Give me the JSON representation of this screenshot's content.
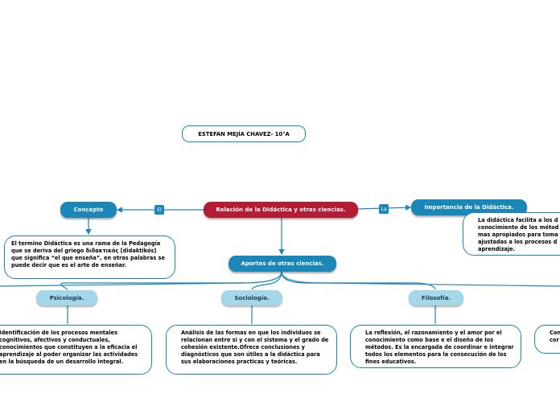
{
  "title": "ESTEFAN MEJÍA CHAVEZ- 10°A",
  "central": "Relación de la Didáctica y otras ciencias.",
  "concepto": {
    "label": "Concepto",
    "connector": "El",
    "text": "El termino Didáctica es una rama de la Pedagogía que se deriva del griego διδακτικός [didaktikós] que significa “el que enseña”, en otras palabras se puede decir que es el arte de enseñar."
  },
  "importancia": {
    "label": "Importancia de la Didáctica.",
    "connector": "La",
    "text": "La didáctica facilita a los d conocimiento de los métod mas apropiados para toma ajustadas a los procesos d aprendizaje."
  },
  "aportes": {
    "label": "Aportes de otras ciencias.",
    "items": [
      {
        "label": "Psicología.",
        "text": "Identificación de los procesos mentales cognitivos, afectivos y conductuales, conocimientos que constituyen a la eficacia el aprendizaje al poder organizar las actividades en la búsqueda de un desarrollo integral."
      },
      {
        "label": "Sociología.",
        "text": "Análisis de las formas en que los individuos se relacionan entre sí y con el sistema y el grado de cohesión existente.Ofrece conclusiones y diagnósticos que son útiles a la didáctica para sus elaboraciones practicas y teóricas."
      },
      {
        "label": "Filosofía.",
        "text": "La reflexión, el razonamiento y el amor por el conocimiento como base e el diseño de los métodos. Es la encargada de coordinar e integrar todos los elementos para la consecución de los fines educativos."
      },
      {
        "label": "",
        "text": "Con edu cor"
      }
    ]
  },
  "colors": {
    "primary": "#1b86b8",
    "central": "#b51b34",
    "light": "#a4d8e8"
  }
}
